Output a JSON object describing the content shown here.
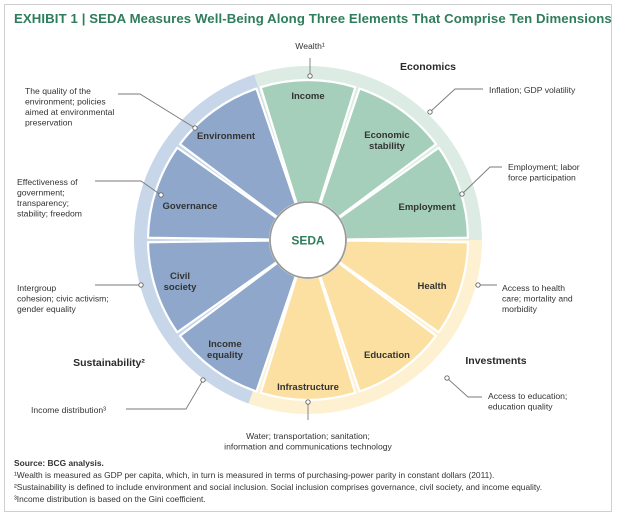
{
  "title": {
    "exhibit": "EXHIBIT 1",
    "separator": "|",
    "text": "SEDA Measures Well-Being Along Three Elements That Comprise Ten Dimensions"
  },
  "center_label": "SEDA",
  "elements": {
    "economics": "Economics",
    "investments": "Investments",
    "sustainability": "Sustainability²"
  },
  "dimensions": {
    "income": "Income",
    "economic_stability": [
      "Economic",
      "stability"
    ],
    "employment": "Employment",
    "health": "Health",
    "education": "Education",
    "infrastructure": "Infrastructure",
    "income_equality": [
      "Income",
      "equality"
    ],
    "civil_society": [
      "Civil",
      "society"
    ],
    "governance": "Governance",
    "environment": "Environment"
  },
  "callouts": {
    "wealth": [
      "Wealth¹"
    ],
    "inflation": [
      "Inflation; GDP volatility"
    ],
    "employment": [
      "Employment; labor",
      "force participation"
    ],
    "health": [
      "Access to health",
      "care; mortality and",
      "morbidity"
    ],
    "education": [
      "Access to education;",
      "education quality"
    ],
    "infrastructure": [
      "Water; transportation; sanitation;",
      "information and communications technology"
    ],
    "income_distribution": [
      "Income distribution³"
    ],
    "civil": [
      "Intergroup",
      "cohesion; civic activism;",
      "gender equality"
    ],
    "governance": [
      "Effectiveness of",
      "government;",
      "transparency;",
      "stability; freedom"
    ],
    "environment": [
      "The quality of the",
      "environment; policies",
      "aimed at environmental",
      "preservation"
    ]
  },
  "footnotes": [
    "Source: BCG analysis.",
    "¹Wealth is measured as GDP per capita, which, in turn is measured in terms of purchasing-power parity in constant dollars (2011).",
    "²Sustainability is defined to include environment and social inclusion. Social inclusion comprises governance, civil society, and income equality.",
    "³Income distribution is based on the Gini coefficient."
  ],
  "colors": {
    "title": "#2e7d5b",
    "economics_fill": "#a5cfba",
    "economics_ring": "#dcece4",
    "investments_fill": "#fbe0a2",
    "investments_ring": "#fdf1d2",
    "sustainability_fill": "#8ea7cb",
    "sustainability_ring": "#c8d6e9",
    "line": "#7a7a7a"
  }
}
